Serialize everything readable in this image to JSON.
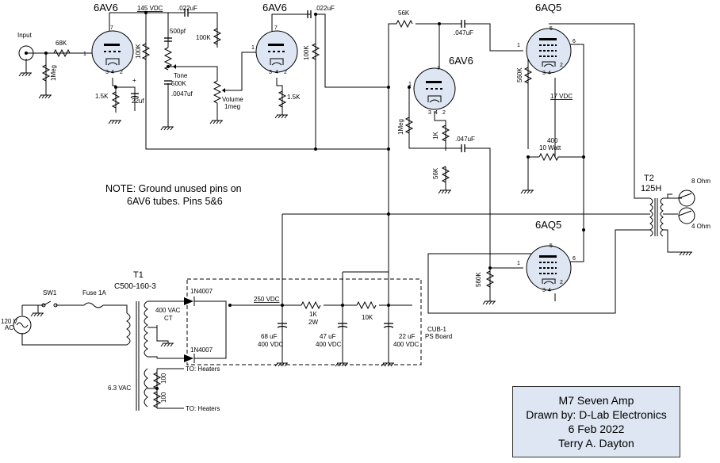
{
  "colors": {
    "wire": "#000000",
    "tube_glass": "#dde6f2",
    "title_bg": "#dde6f2"
  },
  "tubes": [
    {
      "type": "6AV6",
      "pins": [
        "7",
        "1",
        "3",
        "4",
        "2"
      ]
    },
    {
      "type": "6AV6",
      "pins": [
        "7",
        "1",
        "3",
        "4",
        "2"
      ]
    },
    {
      "type": "6AV6",
      "pins": [
        "7",
        "1",
        "3",
        "4",
        "2"
      ]
    },
    {
      "type": "6AQ5",
      "pins": [
        "5",
        "1",
        "6",
        "3",
        "4",
        "2"
      ]
    },
    {
      "type": "6AQ5",
      "pins": [
        "5",
        "1",
        "6",
        "3",
        "4",
        "2"
      ]
    }
  ],
  "labels": {
    "input": "Input",
    "r68k": "68K",
    "r1meg": "1Meg",
    "r100k_a": "100K",
    "r1_5k_a": "1.5K",
    "c22uf": "22uf",
    "plus": "+",
    "v145": "145 VDC",
    "c022_a": ".022uF",
    "c500pf": "500pf",
    "r100k_b": "100K",
    "tone": "Tone",
    "tone_val": "500K",
    "c0047": ".0047uf",
    "volume": "Volume",
    "volume_val": "1meg",
    "c022_b": ".022uF",
    "r100k_c": "100K",
    "r1_5k_b": "1.5K",
    "r56k_top": "56K",
    "c047_a": ".047uF",
    "r1meg_b": "1Meg",
    "r1k": "1K",
    "c047_b": ".047uF",
    "r56k_b": "56K",
    "r560k_a": "560K",
    "v17": "17 VDC",
    "r400": "400",
    "r400_w": "10 Watt",
    "t2": "T2",
    "t2_val": "125H",
    "ohm8": "8 Ohm",
    "ohm4": "4 Ohm",
    "r560k_b": "560K",
    "t1": "T1",
    "t1_val": "C500-160-3",
    "sw1": "SW1",
    "fuse": "Fuse 1A",
    "v120": "120 V",
    "ac": "AC",
    "v400": "400 VAC",
    "ct": "CT",
    "v6_3": "6.3 VAC",
    "r100_a": "100",
    "r100_b": "100",
    "heaters_a": "TO: Heaters",
    "heaters_b": "TO: Heaters",
    "d1": "1N4007",
    "d2": "1N4007",
    "v250": "250 VDC",
    "r1k2w": "1K",
    "r1k2w_w": "2W",
    "r10k": "10K",
    "c68": "68 uF",
    "c68_v": "400 VDC",
    "c47": "47 uF",
    "c47_v": "400 VDC",
    "c22": "22 uF",
    "c22_v": "400 VDC",
    "cub1": "CUB-1",
    "cub1_b": "PS Board"
  },
  "note": {
    "line1": "NOTE: Ground unused pins on",
    "line2": "6AV6 tubes. Pins 5&6"
  },
  "title_block": {
    "line1": "M7 Seven Amp",
    "line2": "Drawn by: D-Lab Electronics",
    "line3": "6 Feb 2022",
    "line4": "Terry A. Dayton"
  }
}
